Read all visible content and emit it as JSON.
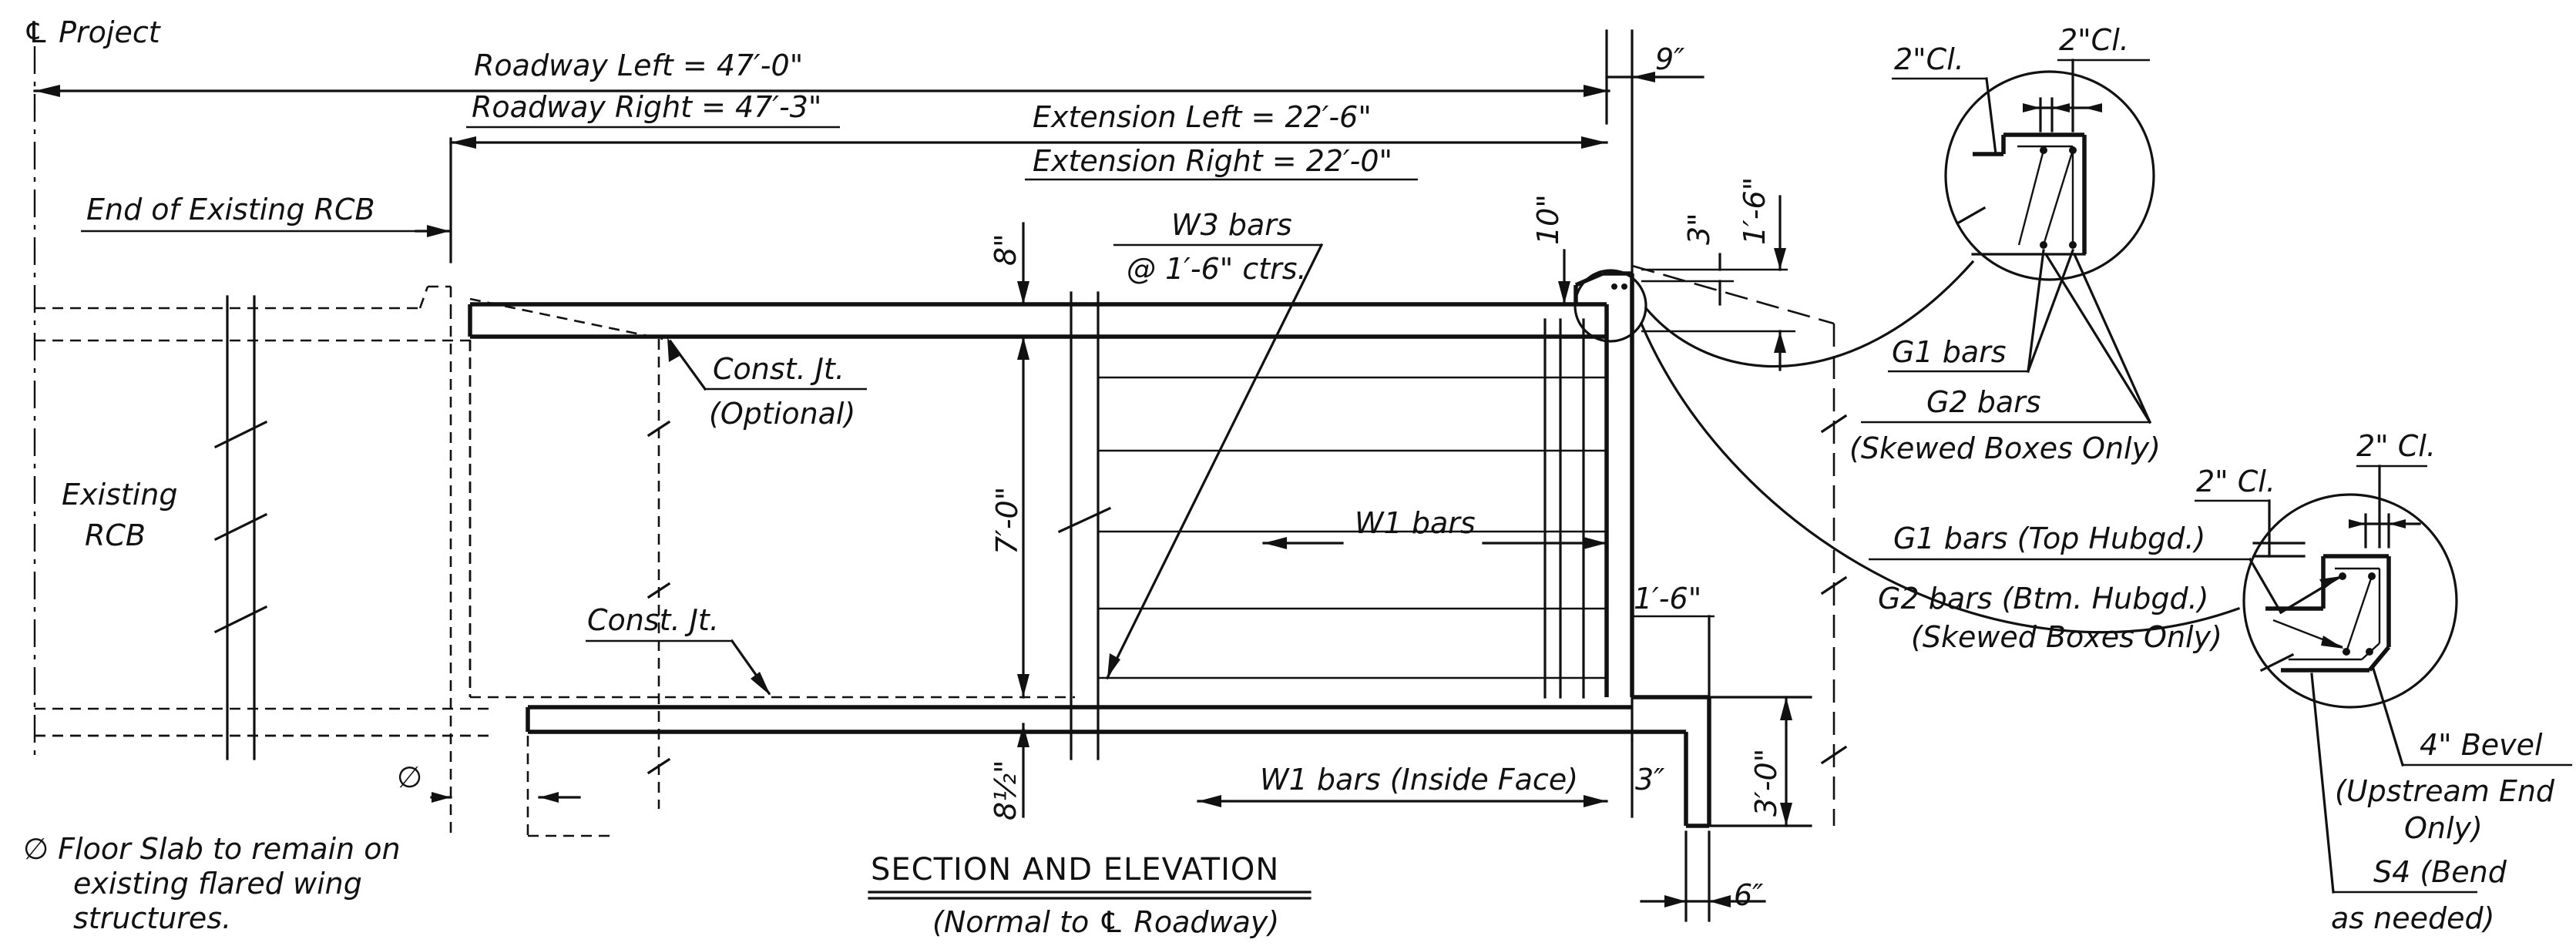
{
  "labels": {
    "cl_project": "℄ Project",
    "roadway_left": "Roadway Left = 47′-0\"",
    "roadway_right": "Roadway Right = 47′-3\"",
    "nine_in": "9″",
    "extension_left": "Extension Left = 22′-6\"",
    "extension_right": "Extension Right = 22′-0\"",
    "end_existing": "End of Existing RCB",
    "w3_bars": "W3 bars",
    "w3_spacing": "@ 1′-6\" ctrs.",
    "dim_8": "8\"",
    "dim_10": "10\"",
    "dim_3": "3\"",
    "dim_1_6_top": "1′-6\"",
    "const_jt_1": "Const. Jt.",
    "optional": "(Optional)",
    "existing": "Existing",
    "rcb": "RCB",
    "dim_7_0": "7′-0\"",
    "w1_bars": "W1 bars",
    "const_jt_2": "Const. Jt.",
    "dim_1_6_right": "1′-6\"",
    "w1_inside": "W1 bars (Inside Face)",
    "dim_3_in": "3″",
    "dim_3_0": "3′-0\"",
    "dim_8_half": "8½\"",
    "dim_6": "6″",
    "diameter_symbol": "∅",
    "note_1": "∅ Floor Slab to remain on",
    "note_2": "existing flared wing",
    "note_3": "structures.",
    "title": "SECTION AND ELEVATION",
    "subtitle": "(Normal to ℄ Roadway)",
    "d1_2cl_left": "2\"Cl.",
    "d1_2cl_right": "2\"Cl.",
    "g1_bars": "G1 bars",
    "g2_bars": "G2 bars",
    "skewed_1": "(Skewed Boxes Only)",
    "d2_2cl_left": "2\" Cl.",
    "d2_2cl_right": "2\" Cl.",
    "g1_top": "G1 bars (Top Hubgd.)",
    "g2_btm": "G2 bars (Btm. Hubgd.)",
    "skewed_2": "(Skewed Boxes Only)",
    "bevel": "4\" Bevel",
    "upstream_1": "(Upstream End",
    "upstream_2": "Only)",
    "s4_1": "S4 (Bend",
    "s4_2": "as needed)"
  }
}
